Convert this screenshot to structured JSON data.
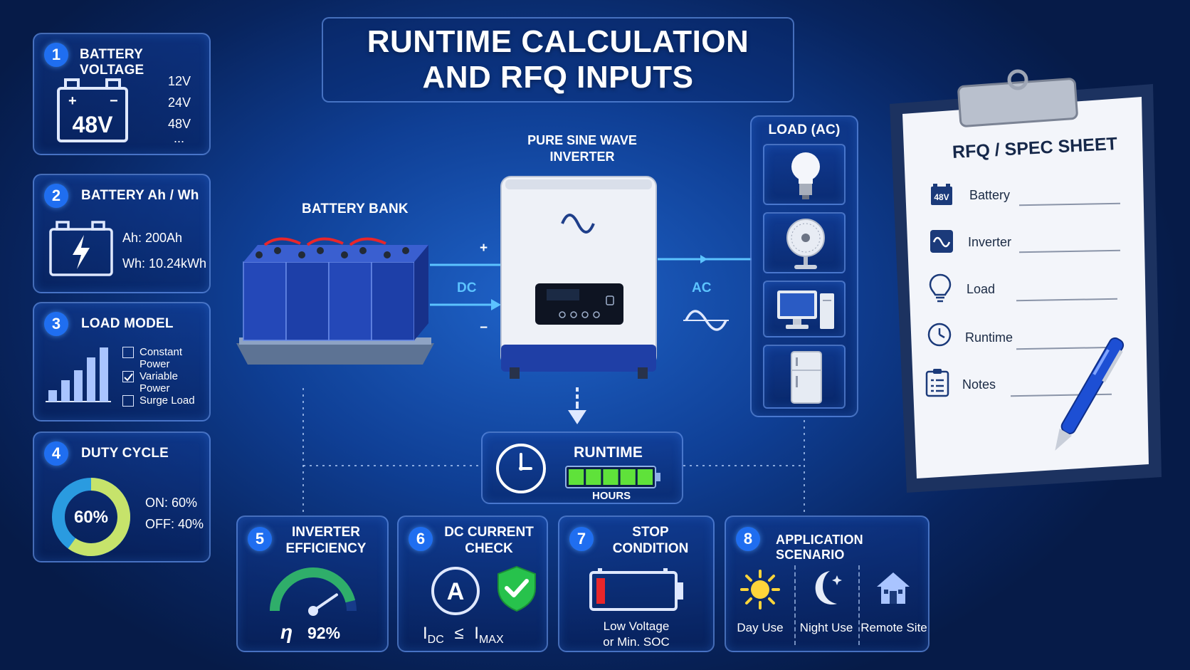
{
  "title": {
    "line1": "RUNTIME CALCULATION",
    "line2": "AND RFQ INPUTS"
  },
  "panels": {
    "battery_voltage": {
      "number": "1",
      "title": "BATTERY VOLTAGE",
      "icon_value": "48V",
      "options": [
        "12V",
        "24V",
        "48V",
        "..."
      ]
    },
    "battery_capacity": {
      "number": "2",
      "title": "BATTERY Ah / Wh",
      "ah": "Ah:  200Ah",
      "wh": "Wh: 10.24kWh"
    },
    "load_model": {
      "number": "3",
      "title": "LOAD MODEL",
      "options": [
        "Constant Power",
        "Variable Power",
        "Surge Load"
      ],
      "checked": [
        false,
        true,
        false
      ]
    },
    "duty_cycle": {
      "number": "4",
      "title": "DUTY CYCLE",
      "center": "60%",
      "on": "ON: 60%",
      "off": "OFF: 40%",
      "on_fraction": 0.6
    },
    "inverter_efficiency": {
      "number": "5",
      "title_line1": "INVERTER",
      "title_line2": "EFFICIENCY",
      "symbol": "η",
      "value": "92%",
      "gauge_fraction": 0.92
    },
    "dc_current_check": {
      "number": "6",
      "title_line1": "DC CURRENT",
      "title_line2": "CHECK",
      "meter_letter": "A",
      "formula_left": "I",
      "formula_left_sub": "DC",
      "formula_op": "≤",
      "formula_right": "I",
      "formula_right_sub": "MAX"
    },
    "stop_condition": {
      "number": "7",
      "title_line1": "STOP",
      "title_line2": "CONDITION",
      "line1": "Low Voltage",
      "line2": "or Min. SOC"
    },
    "application_scenario": {
      "number": "8",
      "title": "APPLICATION SCENARIO",
      "items": [
        "Day Use",
        "Night Use",
        "Remote Site"
      ]
    }
  },
  "center": {
    "battery_bank_label": "BATTERY BANK",
    "inverter_label_line1": "PURE SINE WAVE",
    "inverter_label_line2": "INVERTER",
    "dc_label": "DC",
    "ac_label": "AC",
    "plus": "+",
    "minus": "−",
    "runtime_label": "RUNTIME",
    "runtime_unit": "HOURS",
    "runtime_bar_segments": 5
  },
  "load_ac": {
    "title": "LOAD (AC)",
    "items": [
      "light-bulb-icon",
      "fan-icon",
      "computer-icon",
      "refrigerator-icon"
    ]
  },
  "rfq_sheet": {
    "title": "RFQ / SPEC SHEET",
    "battery_icon_text": "48V",
    "rows": [
      "Battery",
      "Inverter",
      "Load",
      "Runtime",
      "Notes"
    ]
  },
  "colors": {
    "accent_blue": "#1f6ef0",
    "flow_cyan": "#5cc3ff",
    "battery_green": "#5fe23a",
    "alert_red": "#e8262b",
    "check_green": "#27c24c",
    "sun_yellow": "#ffd53a"
  }
}
